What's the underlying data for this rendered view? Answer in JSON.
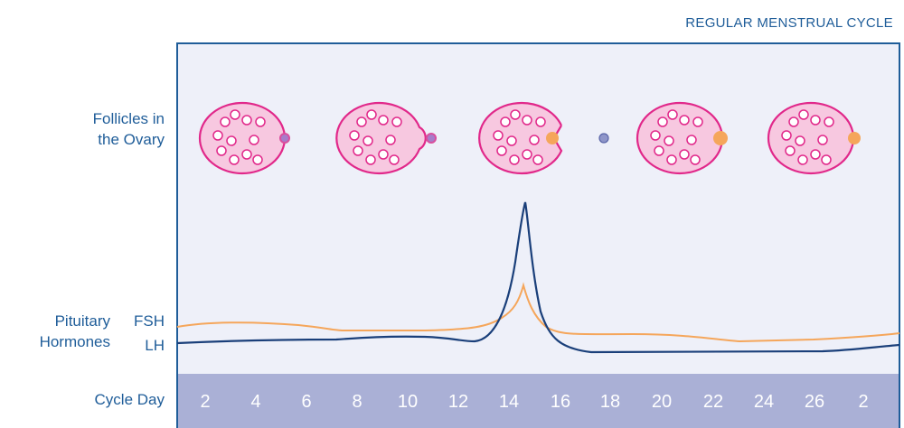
{
  "title": "REGULAR MENSTRUAL CYCLE",
  "labels": {
    "follicles_line1": "Follicles in",
    "follicles_line2": "the Ovary",
    "pituitary": "Pituitary",
    "hormones": "Hormones",
    "fsh": "FSH",
    "lh": "LH",
    "cycle_day": "Cycle Day"
  },
  "cycle_days": [
    "2",
    "4",
    "6",
    "8",
    "10",
    "12",
    "14",
    "16",
    "18",
    "20",
    "22",
    "24",
    "26",
    "2"
  ],
  "follicle_stages": [
    {
      "stage": "early",
      "dominant_color": "#d94f9e"
    },
    {
      "stage": "growing",
      "dominant_color": "#d94f9e"
    },
    {
      "stage": "ovulation",
      "dominant_color": "#f5a65b",
      "released_egg_color": "#8e95c9"
    },
    {
      "stage": "corpus-luteum",
      "dominant_color": "#f5a65b"
    },
    {
      "stage": "late-luteal",
      "dominant_color": "#f5a65b"
    }
  ],
  "colors": {
    "frame": "#1f5d99",
    "panel_bg": "#eef0f9",
    "day_band": "#aab0d6",
    "follicle_fill": "#f7c8e0",
    "follicle_stroke": "#e1288a",
    "fsh": "#f5a65b",
    "lh": "#1a3f7a",
    "text": "#1f5d99"
  }
}
